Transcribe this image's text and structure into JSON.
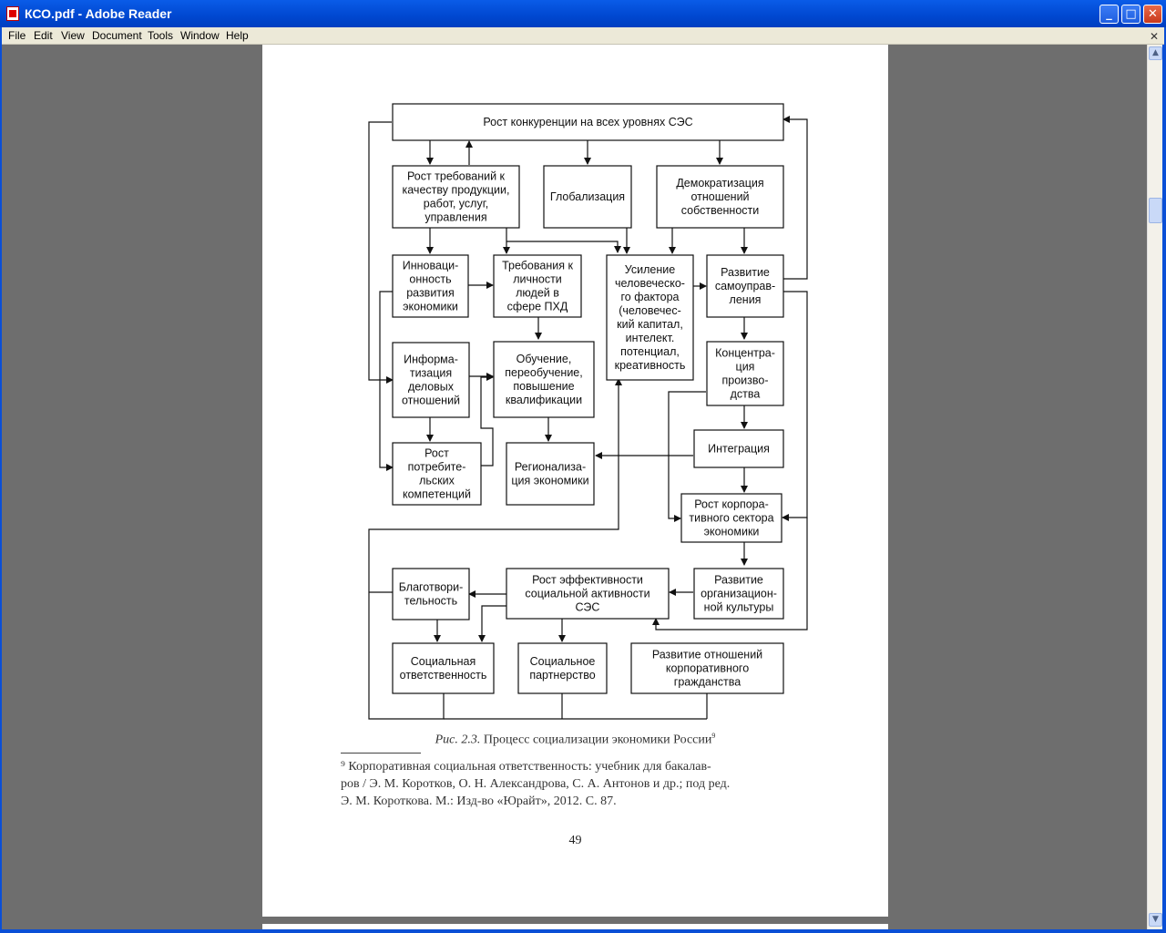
{
  "window": {
    "title": "КСО.pdf - Adobe Reader"
  },
  "menu": [
    "File",
    "Edit",
    "View",
    "Document",
    "Tools",
    "Window",
    "Help"
  ],
  "diagram": {
    "top": "Рост конкуренции на всех уровнях СЭС",
    "req": [
      "Рост требований к",
      "качеству продукции,",
      "работ, услуг,",
      "управления"
    ],
    "glob": [
      "Глобализация"
    ],
    "demo": [
      "Демократизация",
      "отношений",
      "собственности"
    ],
    "innov": [
      "Инноваци-",
      "онность",
      "развития",
      "экономики"
    ],
    "treb": [
      "Требования к",
      "личности",
      "людей в",
      "сфере ПХД"
    ],
    "usil": [
      "Усиление",
      "человеческо-",
      "го фактора",
      "(человечес-",
      "кий капитал,",
      "интелект.",
      "потенциал,",
      "креативность"
    ],
    "samo": [
      "Развитие",
      "самоуправ-",
      "ления"
    ],
    "inform": [
      "Информа-",
      "тизация",
      "деловых",
      "отношений"
    ],
    "obuch": [
      "Обучение,",
      "переобучение,",
      "повышение",
      "квалификации"
    ],
    "konc": [
      "Концентра-",
      "ция",
      "произво-",
      "дства"
    ],
    "integr": [
      "Интеграция"
    ],
    "rostpotr": [
      "Рост",
      "потребите-",
      "льских",
      "компетенций"
    ],
    "region": [
      "Регионализа-",
      "ция экономики"
    ],
    "rostkorp": [
      "Рост корпора-",
      "тивного сектора",
      "экономики"
    ],
    "blag": [
      "Благотвори-",
      "тельность"
    ],
    "rosteff": [
      "Рост эффективности",
      "социальной активности",
      "СЭС"
    ],
    "orgkult": [
      "Развитие",
      "организацион-",
      "ной культуры"
    ],
    "socotv": [
      "Социальная",
      "ответственность"
    ],
    "socpart": [
      "Социальное",
      "партнерство"
    ],
    "korpgr": [
      "Развитие отношений",
      "корпоративного",
      "гражданства"
    ]
  },
  "caption": {
    "label": "Рис. 2.3.",
    "text": " Процесс социализации экономики России",
    "ref": "9"
  },
  "footnote": {
    "lines": [
      "⁹ Корпоративная социальная ответственность: учебник для бакалав-",
      "ров / Э. М. Коротков, О. Н. Александрова, С. А. Антонов и др.; под ред.",
      "Э. М. Короткова. М.: Изд-во «Юрайт», 2012. С. 87."
    ]
  },
  "page_number": "49"
}
